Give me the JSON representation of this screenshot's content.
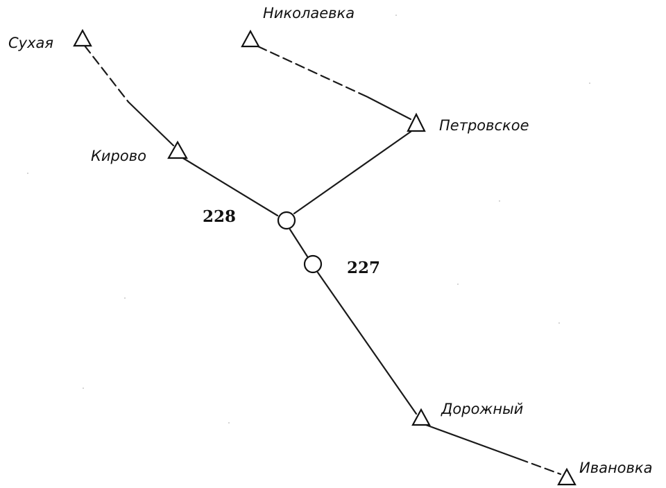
{
  "diagram": {
    "stations": [
      {
        "id": "suhaya",
        "name": "Сухая"
      },
      {
        "id": "nikolaevka",
        "name": "Николаевка"
      },
      {
        "id": "petrovskoe",
        "name": "Петровское"
      },
      {
        "id": "kirovo",
        "name": "Кирово"
      },
      {
        "id": "dorozhny",
        "name": "Дорожный"
      },
      {
        "id": "ivanovka",
        "name": "Ивановка"
      }
    ],
    "junctions": [
      {
        "id": "j228",
        "label": "228"
      },
      {
        "id": "j227",
        "label": "227"
      }
    ],
    "edges": [
      {
        "from": "suhaya",
        "to": "kirovo",
        "style": "dashed-then-solid"
      },
      {
        "from": "kirovo",
        "to": "j228",
        "style": "solid"
      },
      {
        "from": "nikolaevka",
        "to": "petrovskoe",
        "style": "dashed-then-solid"
      },
      {
        "from": "petrovskoe",
        "to": "j228",
        "style": "solid"
      },
      {
        "from": "j228",
        "to": "j227",
        "style": "solid"
      },
      {
        "from": "j227",
        "to": "dorozhny",
        "style": "solid"
      },
      {
        "from": "dorozhny",
        "to": "ivanovka",
        "style": "solid-then-dashed"
      }
    ]
  }
}
